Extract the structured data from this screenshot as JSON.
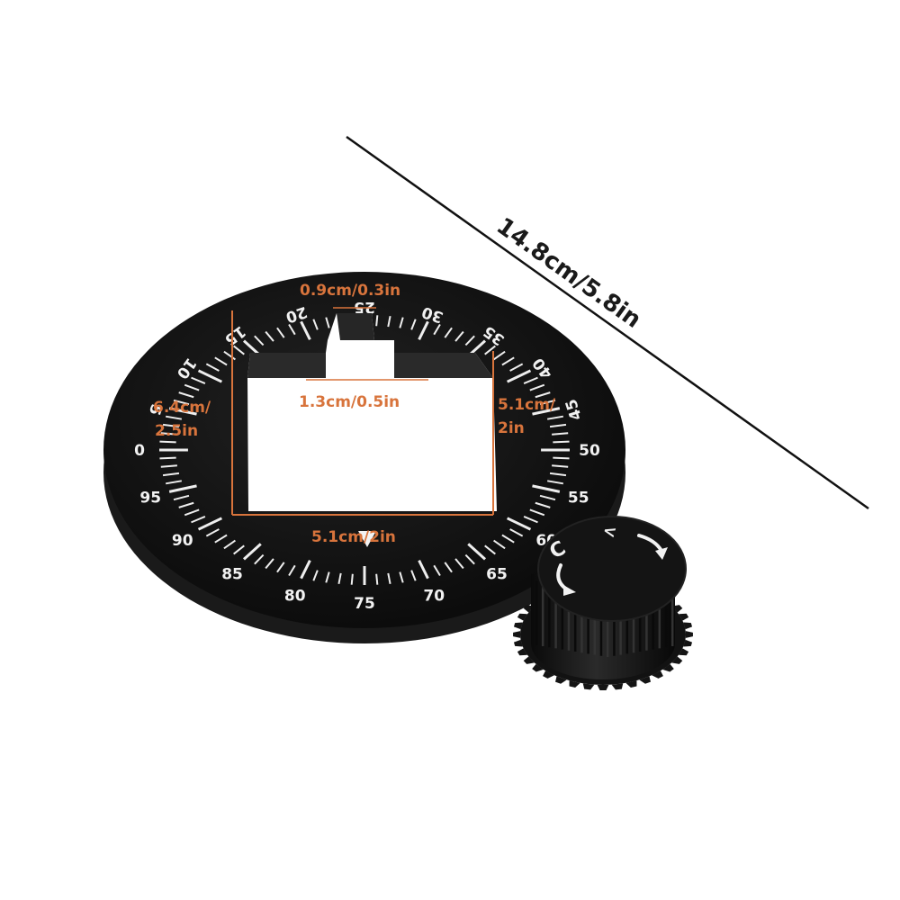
{
  "product": {
    "scale_numbers": [
      "0",
      "5",
      "10",
      "15",
      "20",
      "25",
      "30",
      "35",
      "40",
      "45",
      "50",
      "55",
      "60",
      "65",
      "70",
      "75",
      "80",
      "85",
      "90",
      "95"
    ],
    "dimensions": {
      "overall": "14.8cm/5.8in",
      "notch_width": "0.9cm/0.3in",
      "slot_width": "1.3cm/0.5in",
      "window_height_line1": "6.4cm/",
      "window_height_line2": "2.5in",
      "window_side_line1": "5.1cm/",
      "window_side_line2": "2in",
      "window_bottom": "5.1cm/2in"
    },
    "colors": {
      "body": "#111111",
      "edge": "#1c1c1c",
      "ticks": "#eeeeee",
      "dimension": "#d8743c",
      "knob": "#161616"
    }
  }
}
